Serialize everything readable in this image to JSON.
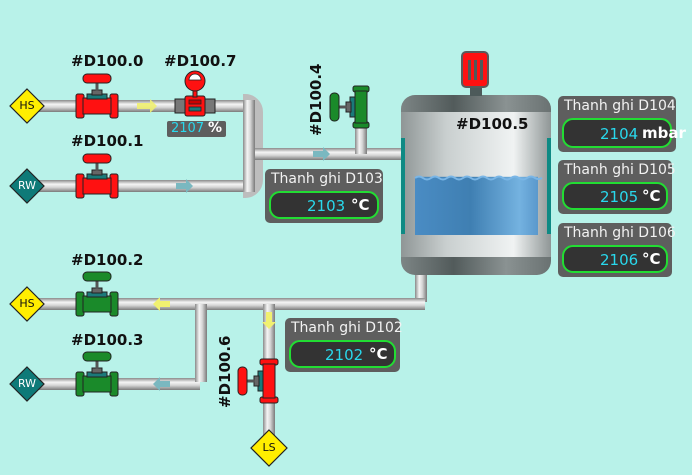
{
  "colors": {
    "background": "#b8f2e9",
    "valve_open": "#1a8a2a",
    "valve_closed": "#ff1111",
    "value_text": "#29d8ec",
    "panel_border": "#22dd33",
    "tank_liquid": "#4a8fc8",
    "hs_source": "#ffee00",
    "rw_source": "#0e7a78"
  },
  "sources": {
    "hs_top": {
      "label": "HS"
    },
    "rw_top": {
      "label": "RW"
    },
    "hs_bottom": {
      "label": "HS"
    },
    "rw_bottom": {
      "label": "RW"
    },
    "ls": {
      "label": "LS"
    }
  },
  "valves": {
    "v0": {
      "tag": "#D100.0",
      "state": "closed"
    },
    "v1": {
      "tag": "#D100.1",
      "state": "closed"
    },
    "v2": {
      "tag": "#D100.2",
      "state": "open"
    },
    "v3": {
      "tag": "#D100.3",
      "state": "open"
    },
    "v4": {
      "tag": "#D100.4",
      "state": "open"
    },
    "v6": {
      "tag": "#D100.6",
      "state": "closed"
    }
  },
  "flowmeter": {
    "tag": "#D100.7",
    "value": "2107",
    "unit": "%"
  },
  "tank": {
    "tag": "#D100.5",
    "motor_state": "on",
    "level_percent": 60
  },
  "registers": {
    "d102": {
      "title": "Thanh ghi D102",
      "value": "2102",
      "unit": "°C"
    },
    "d103": {
      "title": "Thanh ghi D103",
      "value": "2103",
      "unit": "°C"
    },
    "d104": {
      "title": "Thanh ghi D104",
      "value": "2104",
      "unit": "mbar"
    },
    "d105": {
      "title": "Thanh ghi D105",
      "value": "2105",
      "unit": "°C"
    },
    "d106": {
      "title": "Thanh ghi D106",
      "value": "2106",
      "unit": "°C"
    }
  }
}
